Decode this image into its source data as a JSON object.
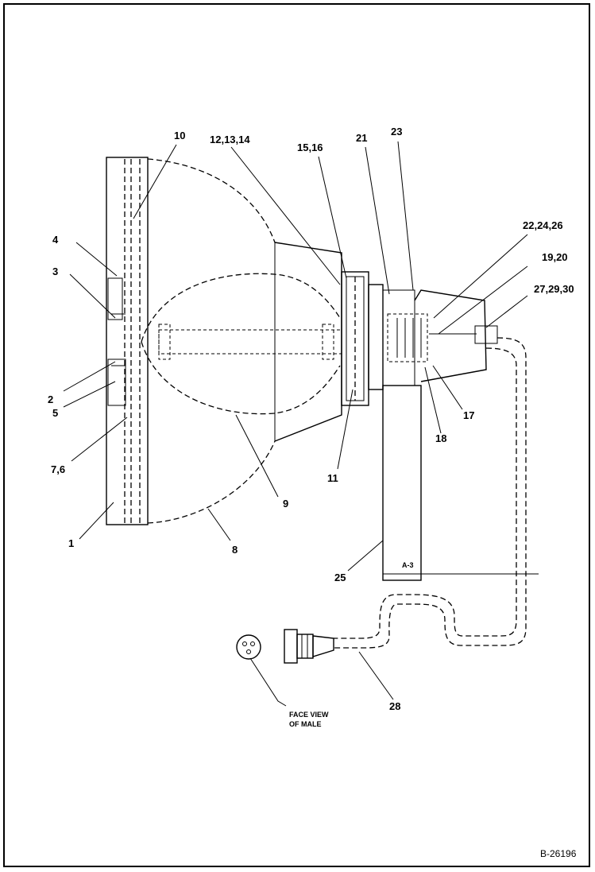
{
  "callouts": {
    "c1": "1",
    "c2": "2",
    "c3": "3",
    "c4": "4",
    "c5": "5",
    "c76": "7,6",
    "c8": "8",
    "c9": "9",
    "c10": "10",
    "c11": "11",
    "c121314": "12,13,14",
    "c1516": "15,16",
    "c17": "17",
    "c18": "18",
    "c1920": "19,20",
    "c21": "21",
    "c222426": "22,24,26",
    "c23": "23",
    "c25": "25",
    "c272930": "27,29,30",
    "c28": "28"
  },
  "notes": {
    "face_view_line1": "FACE VIEW",
    "face_view_line2": "OF MALE",
    "bracket_tag": "A-3"
  },
  "figure_id": "B-26196"
}
